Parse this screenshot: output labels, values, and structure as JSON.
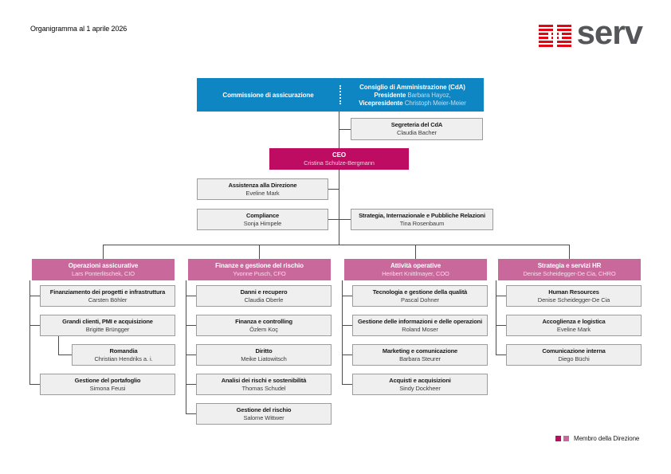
{
  "page": {
    "title": "Organigramma al 1 aprile 2026"
  },
  "logo": {
    "text": "serv",
    "icon": "serv-striped-squares",
    "red": "#e30613",
    "gray": "#54565a"
  },
  "colors": {
    "board_blue": "#0e86c4",
    "ceo_magenta": "#bf0c63",
    "dept_pink": "#c9689b",
    "box_bg": "#efefef",
    "box_border": "#9c9c9c",
    "line": "#4d4d4d"
  },
  "board": {
    "commission": {
      "title": "Commissione di assicurazione"
    },
    "cda": {
      "title": "Consiglio di Amministrazione (CdA)",
      "president_label": "Presidente",
      "president_name": "Barbara Hayoz,",
      "vicepresident_label": "Vicepresidente",
      "vicepresident_name": "Christoph Meier-Meier"
    },
    "secretary": {
      "title": "Segreteria del CdA",
      "name": "Claudia Bacher"
    }
  },
  "ceo": {
    "title": "CEO",
    "name": "Cristina Schulze-Bergmann"
  },
  "staff": [
    {
      "title": "Assistenza alla Direzione",
      "name": "Eveline Mark"
    },
    {
      "title": "Compliance",
      "name": "Sonja Himpele"
    },
    {
      "title": "Strategia, Internazionale e Pubbliche Relazioni",
      "name": "Tina Rosenbaum"
    }
  ],
  "departments": [
    {
      "title": "Operazioni assicurative",
      "head": "Lars Ponterlitschek, CIO",
      "units": [
        {
          "title": "Finanziamento dei progetti e infrastruttura",
          "name": "Carsten Böhler",
          "indent": false
        },
        {
          "title": "Grandi clienti, PMI e acquisizione",
          "name": "Brigitte Brüngger",
          "indent": false
        },
        {
          "title": "Romandia",
          "name": "Christian Hendriks a. i.",
          "indent": true
        },
        {
          "title": "Gestione del portafoglio",
          "name": "Simona Feusi",
          "indent": false
        }
      ]
    },
    {
      "title": "Finanze e gestione del rischio",
      "head": "Yvonne Pusch, CFO",
      "units": [
        {
          "title": "Danni e recupero",
          "name": "Claudia Oberle",
          "indent": false
        },
        {
          "title": "Finanza e controlling",
          "name": "Özlem Koç",
          "indent": false
        },
        {
          "title": "Diritto",
          "name": "Meike Liatowitsch",
          "indent": false
        },
        {
          "title": "Analisi dei rischi e sostenibilità",
          "name": "Thomas Schudel",
          "indent": false
        },
        {
          "title": "Gestione del rischio",
          "name": "Salome Wittwer",
          "indent": false
        }
      ]
    },
    {
      "title": "Attività operative",
      "head": "Heribert Knittlmayer, COO",
      "units": [
        {
          "title": "Tecnologia e gestione della qualità",
          "name": "Pascal Dohner",
          "indent": false
        },
        {
          "title": "Gestione delle informazioni e delle operazioni",
          "name": "Roland Moser",
          "indent": false
        },
        {
          "title": "Marketing e comunicazione",
          "name": "Barbara Steurer",
          "indent": false
        },
        {
          "title": "Acquisti e acquisizioni",
          "name": "Sindy Dockheer",
          "indent": false
        }
      ]
    },
    {
      "title": "Strategia e servizi HR",
      "head": "Denise Scheidegger-De Cia, CHRO",
      "units": [
        {
          "title": "Human Resources",
          "name": "Denise Scheidegger-De Cia",
          "indent": false
        },
        {
          "title": "Accoglienza e logistica",
          "name": "Eveline Mark",
          "indent": false
        },
        {
          "title": "Comunicazione interna",
          "name": "Diego Büchi",
          "indent": false
        }
      ]
    }
  ],
  "legend": {
    "label": "Membro della Direzione"
  }
}
